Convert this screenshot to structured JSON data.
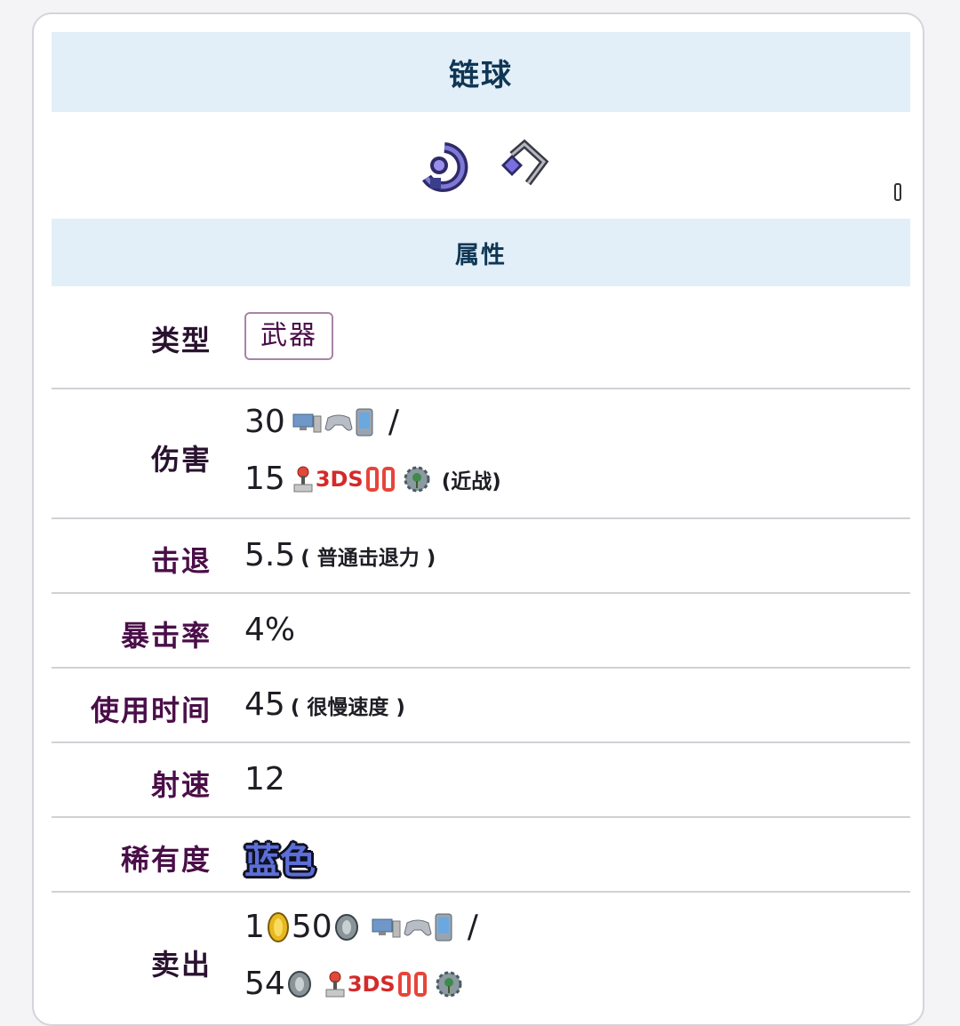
{
  "title": "链球",
  "section": "属性",
  "rows": {
    "type": {
      "label": "类型",
      "tag": "武器"
    },
    "damage": {
      "label": "伤害",
      "line1_value": "30",
      "slash": "/",
      "line2_value": "15",
      "line2_note": "(近战)"
    },
    "knockback": {
      "label": "击退",
      "value": "5.5",
      "note": "( 普通击退力 )"
    },
    "crit": {
      "label": "暴击率",
      "value": "4%"
    },
    "use_time": {
      "label": "使用时间",
      "value": "45",
      "note": "( 很慢速度 )"
    },
    "velocity": {
      "label": "射速",
      "value": "12"
    },
    "rarity": {
      "label": "稀有度",
      "value": "蓝色"
    },
    "sell": {
      "label": "卖出",
      "line1_gold": "1",
      "line1_silver": "50",
      "slash": "/",
      "line2_silver": "54"
    }
  },
  "platforms": {
    "group1": [
      "desktop-icon",
      "console-icon",
      "mobile-icon"
    ],
    "group2": [
      "old-gen-console-icon",
      "3ds-icon",
      "switch-icon",
      "tmodloader-icon"
    ],
    "badge_3ds": "3DS"
  },
  "colors": {
    "header_bg": "#e2eff8",
    "header_text": "#0f3654",
    "label_text": "#4a0e48",
    "rarity_blue": "#5c6fd8"
  }
}
